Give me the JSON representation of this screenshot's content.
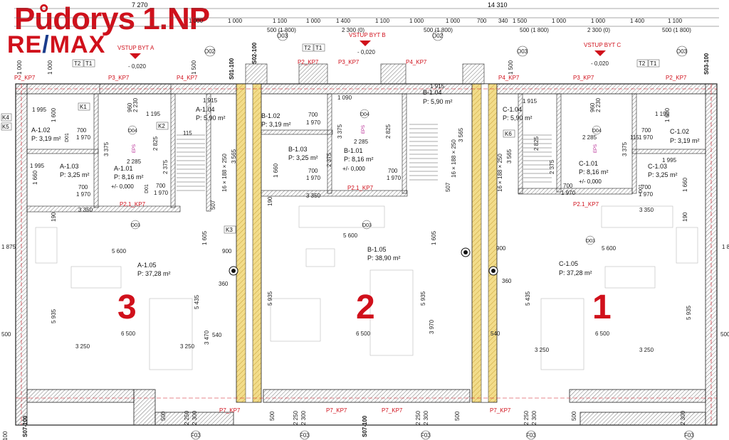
{
  "header": {
    "title": "Půdorys 1.NP",
    "logo_left": "RE",
    "logo_slash": "/",
    "logo_right": "MAX"
  },
  "colors": {
    "red": "#d0101b",
    "blue": "#1a3c8c",
    "wall_fill": "#d9d9d9",
    "hatch_yellow": "#e8c65a"
  },
  "apartment_numbers": [
    "3",
    "2",
    "1"
  ],
  "entrances": [
    "VSTUP BYT A",
    "VSTUP BYT B",
    "VSTUP BYT C"
  ],
  "top_dims": {
    "left": "7 270",
    "right": "14 310",
    "row2": [
      "1 000",
      "1 000",
      "1 100",
      "1 000",
      "1 400",
      "1 100",
      "1 000",
      "1 000",
      "700",
      "340",
      "1 500",
      "1 000",
      "1 000",
      "1 400",
      "1 100"
    ],
    "row3": [
      "500 (1 800)",
      "2 300 (0)",
      "500 (1 800)",
      "500 (1 800)",
      "2 300 (0)",
      "500 (1 800)"
    ]
  },
  "rooms": [
    {
      "id": "A-1.02",
      "area": "P: 3,19 m²"
    },
    {
      "id": "A-1.03",
      "area": "P: 3,25 m²"
    },
    {
      "id": "A-1.01",
      "area": "P: 8,16 m²",
      "level": "+/- 0,000"
    },
    {
      "id": "A-1.04",
      "area": "P: 5,90 m²"
    },
    {
      "id": "A-1.05",
      "area": "P: 37,28 m²"
    },
    {
      "id": "B-1.02",
      "area": "P: 3,19 m²"
    },
    {
      "id": "B-1.03",
      "area": "P: 3,25 m²"
    },
    {
      "id": "B-1.01",
      "area": "P: 8,16 m²",
      "level": "+/- 0,000"
    },
    {
      "id": "B-1.04",
      "area": "P: 5,90 m²"
    },
    {
      "id": "B-1.05",
      "area": "P: 38,90 m²"
    },
    {
      "id": "C-1.04",
      "area": "P: 5,90 m²"
    },
    {
      "id": "C-1.01",
      "area": "P: 8,16 m²",
      "level": "+/- 0,000"
    },
    {
      "id": "C-1.02",
      "area": "P: 3,19 m²"
    },
    {
      "id": "C-1.03",
      "area": "P: 3,25 m²"
    },
    {
      "id": "C-1.05",
      "area": "P: 37,28 m²"
    }
  ],
  "levels": [
    "- 0,020",
    "- 0,020",
    "- 0,020"
  ],
  "tags": {
    "top": [
      "P2_KP7",
      "P3_KP7",
      "P4_KP7",
      "P2_KP7",
      "P3_KP7",
      "P4_KP7",
      "P4_KP7",
      "P3_KP7",
      "P2_KP7"
    ],
    "bottom": [
      "P7_KP7",
      "P7_KP7",
      "P7_KP7",
      "P7_KP7"
    ],
    "mid": [
      "P2.1_KP7",
      "P2.1_KP7",
      "P2.1_KP7"
    ],
    "sections": [
      "S01-100",
      "S02-100",
      "S03-100",
      "S07-100",
      "S07-100"
    ],
    "f03": [
      "F03",
      "F03",
      "F03",
      "F03",
      "F03"
    ],
    "o": [
      "O02",
      "O03",
      "O03",
      "O02",
      "O03"
    ],
    "d": [
      "D04",
      "D04",
      "D04",
      "D03",
      "D03",
      "D03",
      "D01",
      "D01",
      "D01"
    ],
    "k": [
      "K1",
      "K2",
      "K3",
      "K4",
      "K5",
      "K6"
    ],
    "tt": [
      "T2",
      "T1"
    ],
    "eps": "EPS",
    "stairs": "16 × 188 × 250"
  },
  "dims": {
    "d5600": "5 600",
    "d6500": "6 500",
    "d3250": "3 250",
    "d3350": "3 350",
    "d5935": "5 935",
    "d5435": "5 435",
    "d3470": "3 470",
    "d3970": "3 970",
    "d1605": "1 605",
    "d900": "900",
    "d360": "360",
    "d540": "540",
    "d1915": "1 915",
    "d1195": "1 195",
    "d1995": "1 995",
    "d1660": "1 660",
    "d1600": "1 600",
    "d2375": "2 375",
    "d2825": "2 825",
    "d3375": "3 375",
    "d3565": "3 565",
    "d2285": "2 285",
    "d1090": "1 090",
    "d700": "700",
    "d1970": "1 970",
    "d1000": "1 000",
    "d2250": "2 250",
    "d2300": "2 300",
    "d500": "500",
    "d190": "190",
    "d507": "507",
    "d115": "115",
    "d1875": "1 875",
    "d100": "100",
    "d1500": "1 500",
    "d960": "960",
    "d2230": "2 230"
  }
}
